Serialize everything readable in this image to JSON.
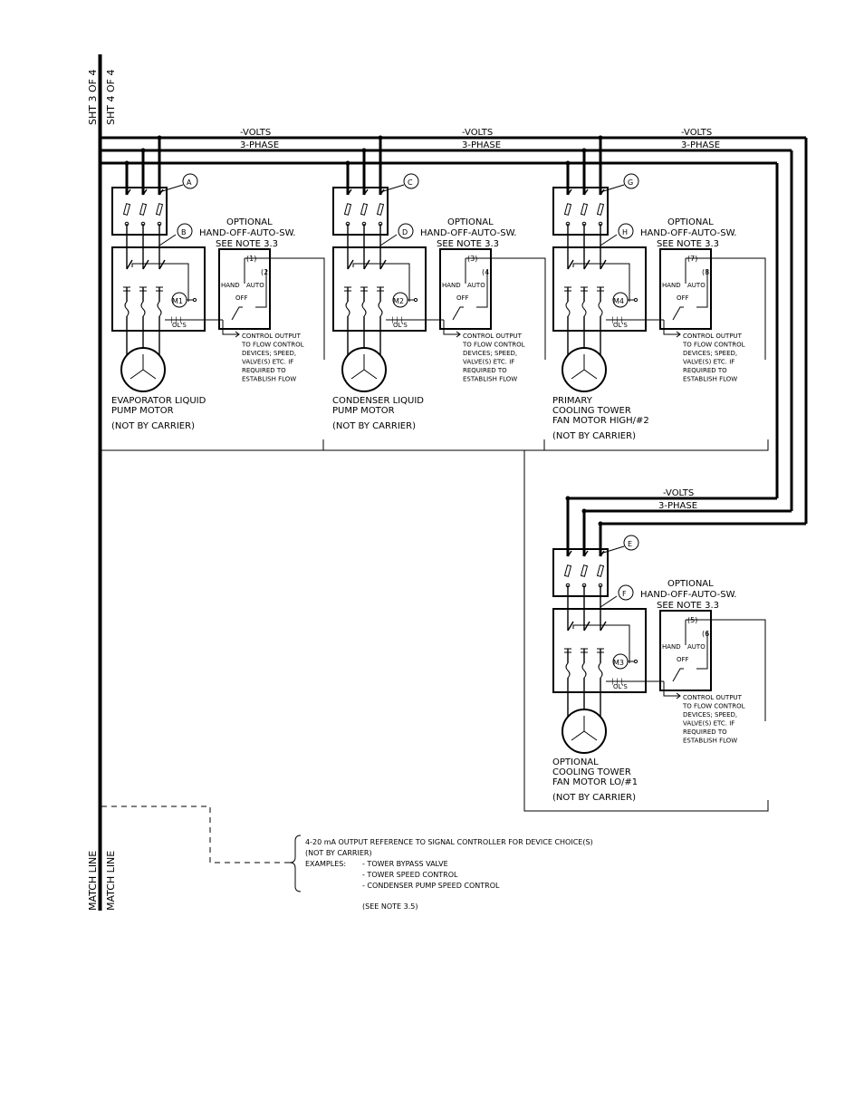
{
  "sheet_refs": {
    "left": "SHT 3 OF 4",
    "right": "SHT 4 OF 4"
  },
  "match_line": {
    "left": "MATCH LINE",
    "right": "MATCH LINE"
  },
  "bus_labels": {
    "volts": "-VOLTS",
    "phase": "3-PHASE"
  },
  "optional_switch": {
    "line1": "OPTIONAL",
    "line2": "HAND-OFF-AUTO-SW.",
    "line3": "SEE NOTE 3.3",
    "hand": "HAND",
    "auto": "AUTO",
    "off": "OFF"
  },
  "ols_label": "OL'S",
  "control_output": [
    "CONTROL OUTPUT",
    "TO FLOW CONTROL",
    "DEVICES; SPEED,",
    "VALVE(S) ETC. IF",
    "REQUIRED TO",
    "ESTABLISH FLOW"
  ],
  "not_by_carrier": "(NOT BY CARRIER)",
  "circuits": [
    {
      "disconnect": "A",
      "starter": "B",
      "motor": "M1",
      "contact_top": "(1)",
      "contact_side": "(2)",
      "motor_name": [
        "EVAPORATOR LIQUID",
        "PUMP MOTOR"
      ]
    },
    {
      "disconnect": "C",
      "starter": "D",
      "motor": "M2",
      "contact_top": "(3)",
      "contact_side": "(4)",
      "motor_name": [
        "CONDENSER LIQUID",
        "PUMP MOTOR"
      ]
    },
    {
      "disconnect": "G",
      "starter": "H",
      "motor": "M4",
      "contact_top": "(7)",
      "contact_side": "(8)",
      "motor_name": [
        "PRIMARY",
        "COOLING TOWER",
        "FAN MOTOR HIGH/#2"
      ]
    },
    {
      "disconnect": "E",
      "starter": "F",
      "motor": "M3",
      "contact_top": "(5)",
      "contact_side": "(6)",
      "motor_name": [
        "OPTIONAL",
        "COOLING TOWER",
        "FAN MOTOR LO/#1"
      ]
    }
  ],
  "note": {
    "line1": "4-20 mA OUTPUT REFERENCE TO SIGNAL CONTROLLER FOR DEVICE CHOICE(S)",
    "line2": "(NOT BY CARRIER)",
    "examples_label": "EXAMPLES:",
    "examples": [
      "- TOWER BYPASS VALVE",
      "- TOWER SPEED CONTROL",
      "- CONDENSER PUMP SPEED CONTROL"
    ],
    "see_note": "(SEE NOTE 3.5)"
  }
}
